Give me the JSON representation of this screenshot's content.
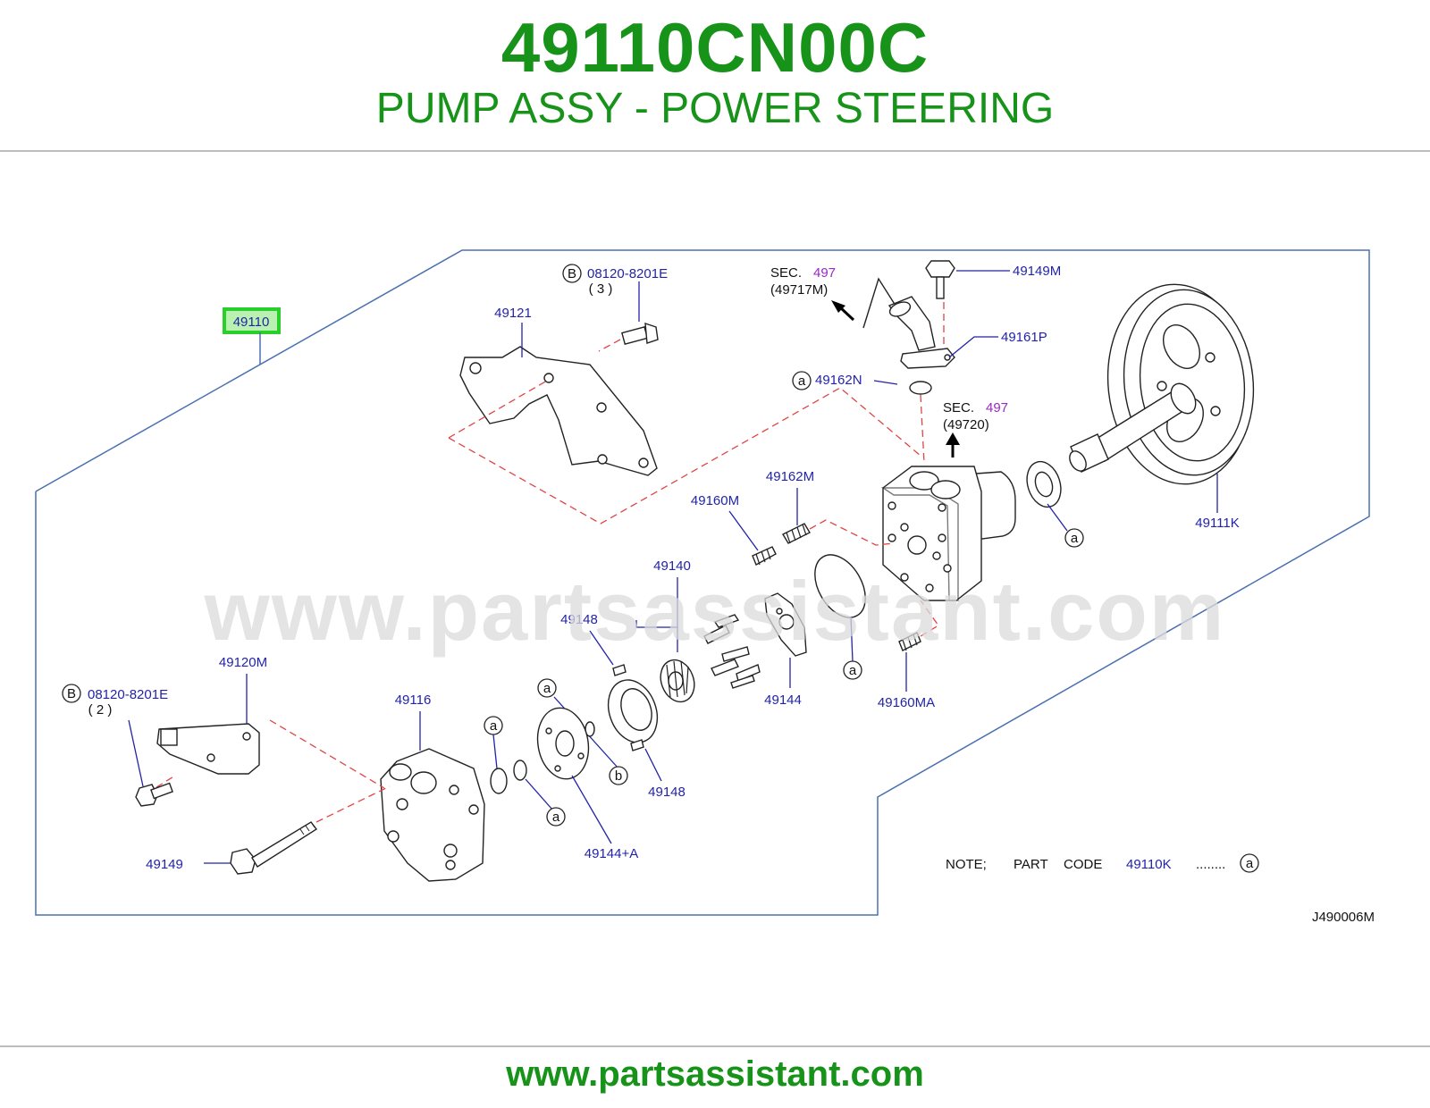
{
  "header": {
    "part_number": "49110CN00C",
    "title": "PUMP ASSY - POWER STEERING"
  },
  "watermark": "www.partsassistant.com",
  "footer": {
    "url": "www.partsassistant.com"
  },
  "diagram": {
    "assembly_label": "49110",
    "labels": {
      "bolt_upper": "08120-8201E",
      "bolt_upper_qty": "( 3 )",
      "bolt_lower": "08120-8201E",
      "bolt_lower_qty": "( 2 )",
      "bracket": "49121",
      "bracket_lower": "49120M",
      "bolt_49149M": "49149M",
      "connector_49161P": "49161P",
      "oring_49162N": "49162N",
      "spring_49162M": "49162M",
      "spring_49160M": "49160M",
      "spring_49160MA": "49160MA",
      "pulley_49111K": "49111K",
      "cam_ring_49140": "49140",
      "pin_49148_upper": "49148",
      "pin_49148_lower": "49148",
      "plate_49144": "49144",
      "plate_49144A": "49144+A",
      "cover_49116": "49116",
      "bolt_49149": "49149"
    },
    "sections": {
      "sec1_prefix": "SEC.",
      "sec1_num": "497",
      "sec1_code": "(49717M)",
      "sec2_prefix": "SEC.",
      "sec2_num": "497",
      "sec2_code": "(49720)"
    },
    "markers": {
      "a": "a",
      "b": "b",
      "B": "B"
    },
    "note": {
      "note_label": "NOTE;",
      "part_label": "PART",
      "code_label": "CODE",
      "code": "49110K",
      "dots": "........"
    },
    "figure_code": "J490006M"
  },
  "colors": {
    "brand_green": "#17931a",
    "label_blue": "#2323a8",
    "section_purple": "#9b27c4",
    "dash_red": "#e04545",
    "frame_blue": "#4a70b0",
    "highlight_green": "#2bcf2b"
  }
}
